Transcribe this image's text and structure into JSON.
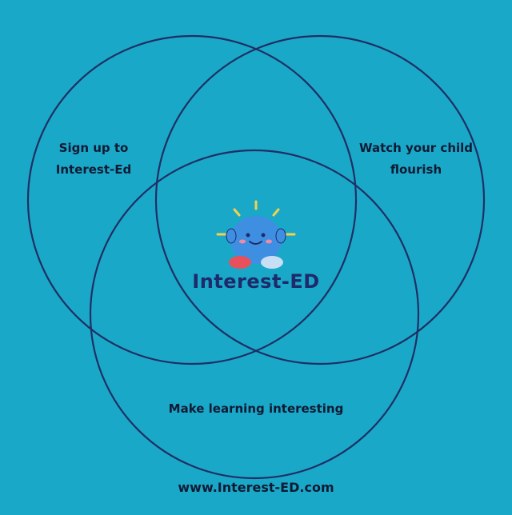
{
  "diagram": {
    "sets": [
      {
        "label": "Sign up to\nInterest-Ed"
      },
      {
        "label": "Watch your child\nflourish"
      },
      {
        "label": "Make learning interesting"
      }
    ],
    "center": {
      "logo_text": "Interest-ED"
    },
    "footer": {
      "url": "www.Interest-ED.com"
    }
  },
  "colors": {
    "background": "#1aa8c9",
    "circle_stroke": "#1f2f63",
    "brand_text": "#1e2a6a",
    "mascot_body": "#3e8fe2",
    "mascot_accent": "#f4d24a",
    "mascot_left_hand": "#e8505b",
    "mascot_right_hand": "#c7def4"
  },
  "icons": {
    "mascot": "smiling-blob-mascot-icon"
  }
}
